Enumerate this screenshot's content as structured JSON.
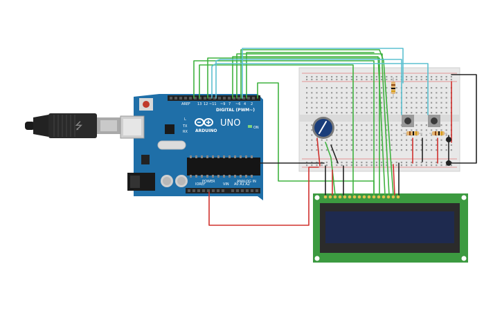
{
  "arduino": {
    "brand": "ARDUINO",
    "model": "UNO",
    "digital_label": "DIGITAL (PWM~)",
    "power_label": "POWER",
    "analog_label": "ANALOG IN",
    "led_on": "ON",
    "led_l": "L",
    "led_tx": "TX",
    "led_rx": "RX"
  },
  "colors": {
    "board": "#1f6fa8",
    "wire_green": "#3fb23f",
    "wire_cyan": "#5bc0d0",
    "wire_red": "#d0302c",
    "wire_black": "#222222",
    "lcd_pcb": "#3c9a40",
    "lcd_screen": "#1e2a4f"
  }
}
